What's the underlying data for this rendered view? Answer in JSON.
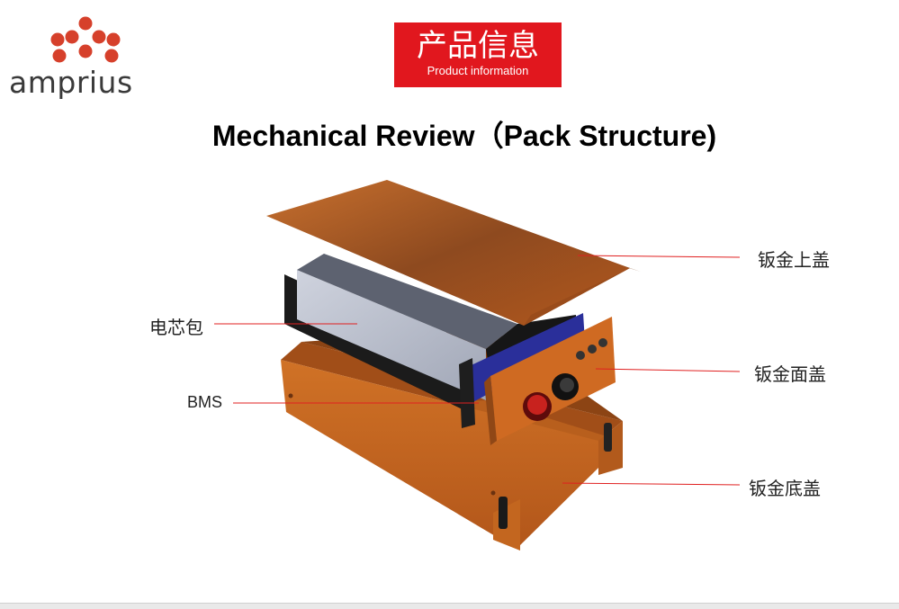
{
  "logo": {
    "text": "amprius",
    "dot_color": "#d6402b"
  },
  "badge": {
    "cn": "产品信息",
    "en": "Product information",
    "color": "#e1171e"
  },
  "title": "Mechanical Review（Pack Structure)",
  "labels": {
    "top_cover": "钣金上盖",
    "cell_pack": "电芯包",
    "face_cover": "钣金面盖",
    "bms": "BMS",
    "bottom_cover": "钣金底盖"
  },
  "colors": {
    "sheet_metal": "#c0651d",
    "bms_board": "#2a2f9a",
    "callout_line": "#e02020"
  }
}
